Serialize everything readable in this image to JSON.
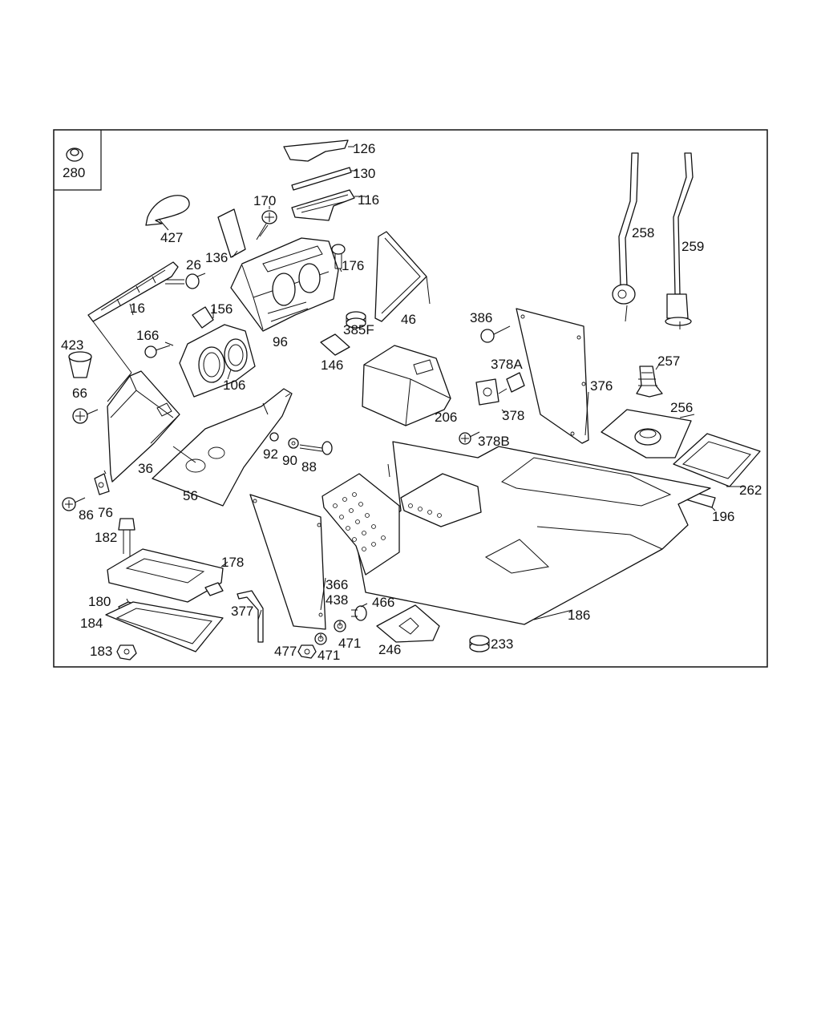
{
  "diagram": {
    "inset_label": "280",
    "callouts": {
      "c126": "126",
      "c130": "130",
      "c116": "116",
      "c170": "170",
      "c427": "427",
      "c136": "136",
      "c26": "26",
      "c176": "176",
      "c16": "16",
      "c156": "156",
      "c96": "96",
      "c385F": "385F",
      "c46": "46",
      "c258": "258",
      "c259": "259",
      "c386": "386",
      "c423": "423",
      "c166": "166",
      "c106": "106",
      "c146": "146",
      "c378A": "378A",
      "c257": "257",
      "c376": "376",
      "c66": "66",
      "c206": "206",
      "c378": "378",
      "c256": "256",
      "c378B": "378B",
      "c92": "92",
      "c90": "90",
      "c88": "88",
      "c36": "36",
      "c262": "262",
      "c56": "56",
      "c86": "86",
      "c76": "76",
      "c196": "196",
      "c182": "182",
      "c178": "178",
      "c366": "366",
      "c438": "438",
      "c466": "466",
      "c180": "180",
      "c377": "377",
      "c186": "186",
      "c184": "184",
      "c471a": "471",
      "c246": "246",
      "c233": "233",
      "c183": "183",
      "c477": "477",
      "c471b": "471"
    }
  }
}
